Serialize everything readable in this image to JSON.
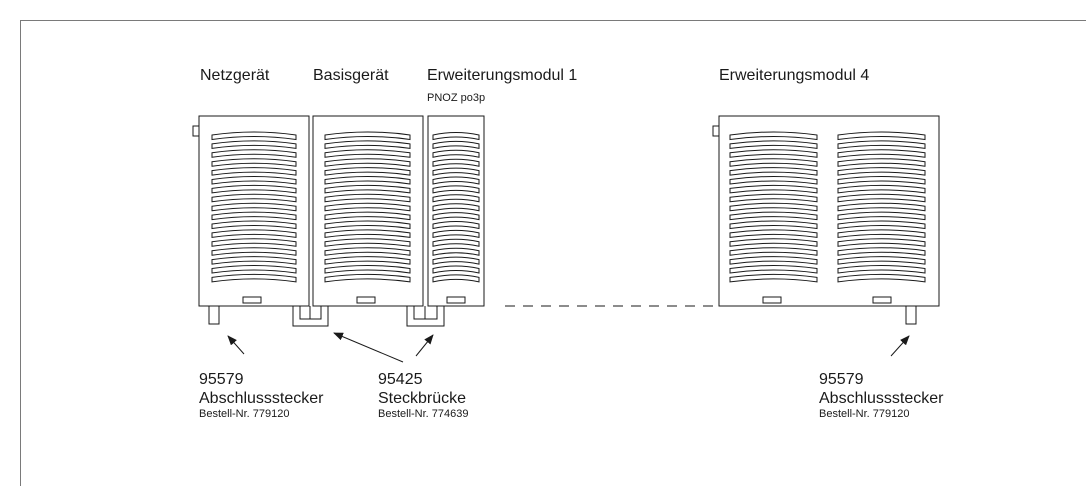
{
  "labels": {
    "netzgeraet": "Netzgerät",
    "basisgeraet": "Basisgerät",
    "erweiterung1": "Erweiterungsmodul 1",
    "erweiterung1_type": "PNOZ po3p",
    "erweiterung4": "Erweiterungsmodul 4"
  },
  "callouts": {
    "left": {
      "number": "95579",
      "name": "Abschlussstecker",
      "order": "Bestell-Nr.  779120"
    },
    "middle": {
      "number": "95425",
      "name": "Steckbrücke",
      "order": "Bestell-Nr.  774639"
    },
    "right": {
      "number": "95579",
      "name": "Abschlussstecker",
      "order": "Bestell-Nr.  779120"
    }
  }
}
